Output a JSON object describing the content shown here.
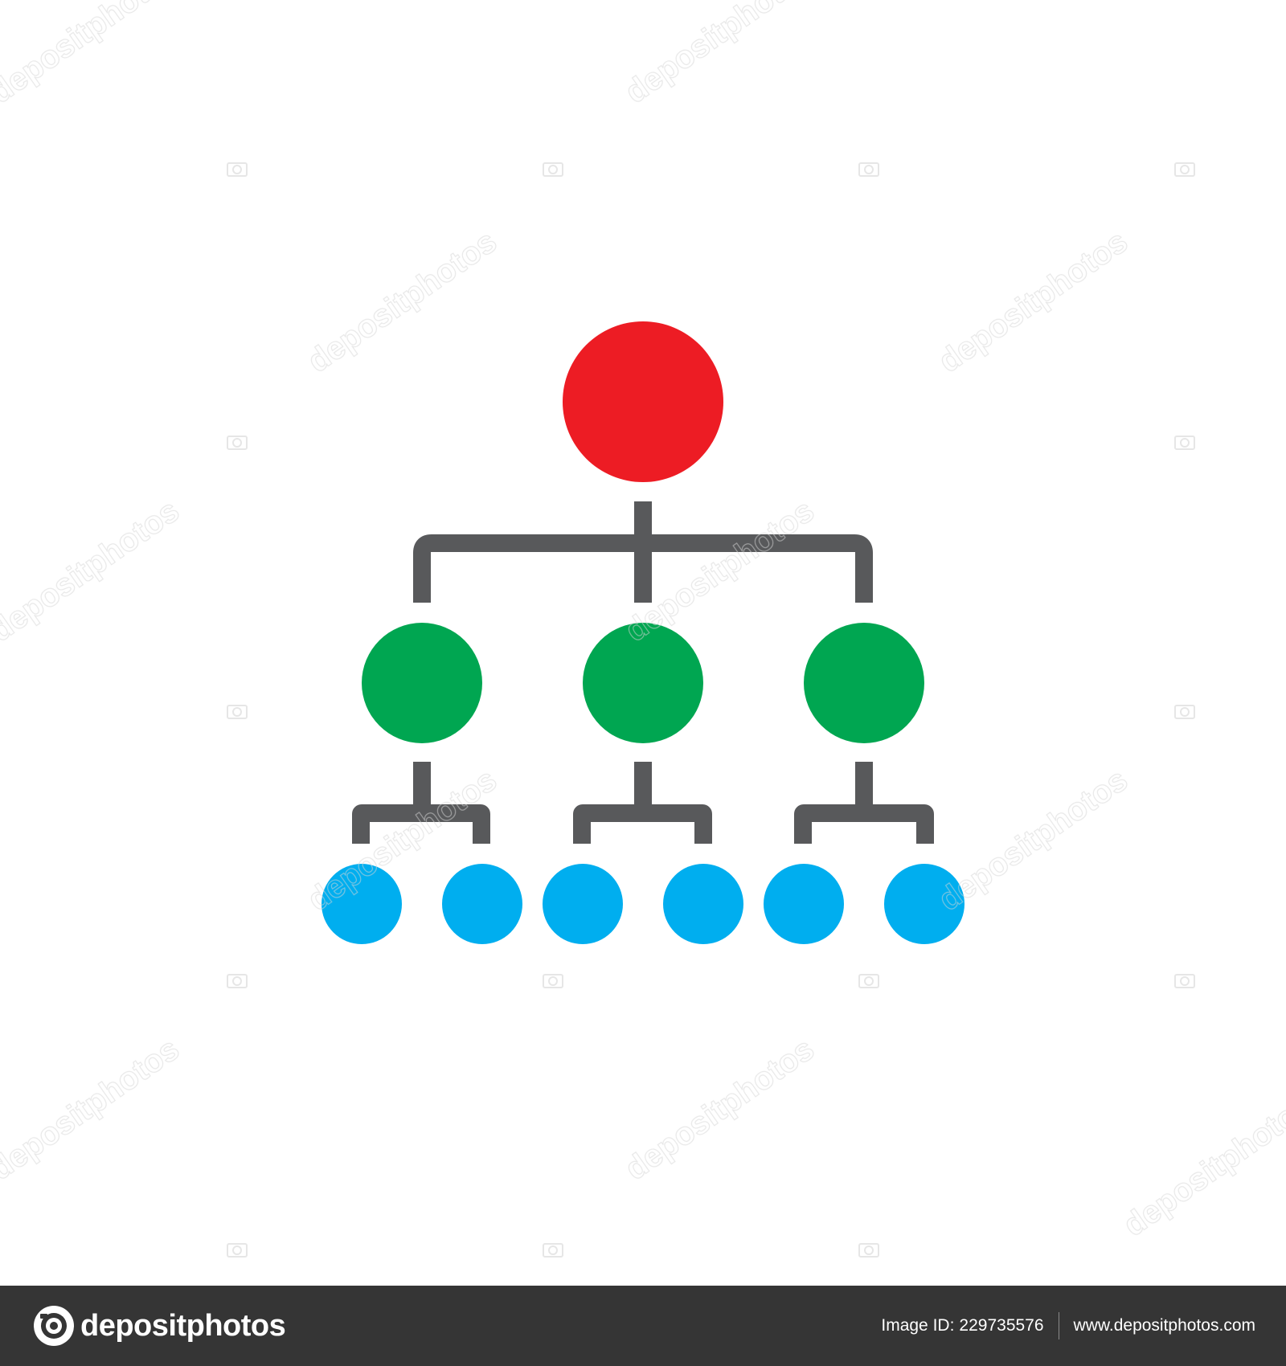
{
  "diagram": {
    "type": "org-chart-icon",
    "levels": [
      {
        "name": "root",
        "count": 1,
        "color": "#ED1C24"
      },
      {
        "name": "middle",
        "count": 3,
        "color": "#00A651"
      },
      {
        "name": "leaf",
        "count": 6,
        "color": "#00AEEF"
      }
    ],
    "connector_color": "#58595B"
  },
  "watermark": {
    "text": "depositphotos"
  },
  "footer": {
    "brand": "depositphotos",
    "image_id_label": "Image ID:",
    "image_id": "229735576",
    "url": "www.depositphotos.com",
    "background": "#353535"
  }
}
